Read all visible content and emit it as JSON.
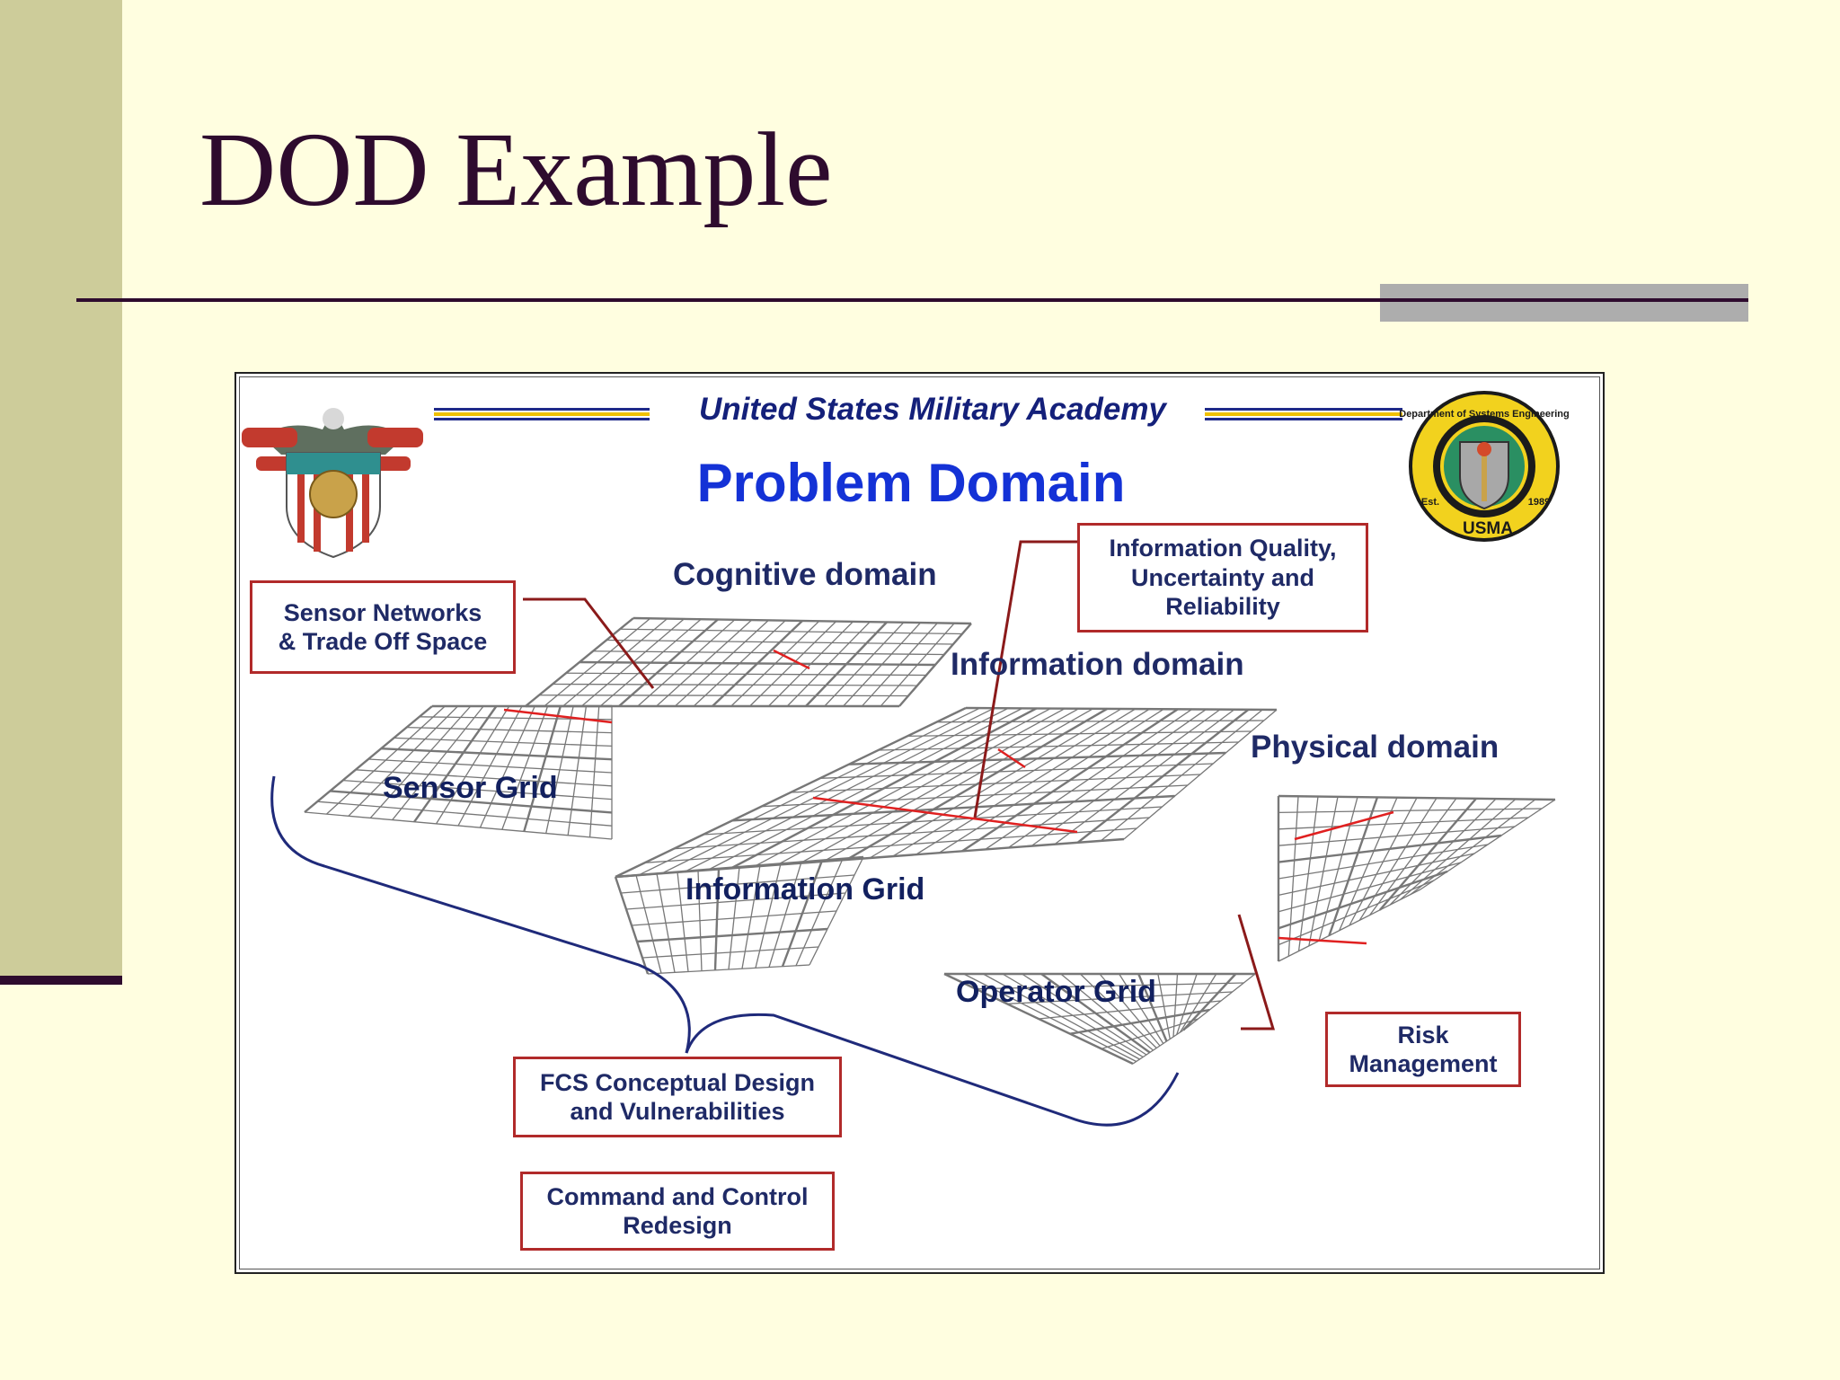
{
  "slide": {
    "title": "DOD Example",
    "colors": {
      "background": "#fffee0",
      "sidebar": "#cdcc9a",
      "accent": "#2e0b2e",
      "rule_gray": "#adadad"
    }
  },
  "diagram": {
    "header": "United States Military Academy",
    "heading": "Problem Domain",
    "domains": {
      "cognitive": "Cognitive domain",
      "information": "Information domain",
      "physical": "Physical domain"
    },
    "grids": {
      "sensor": "Sensor Grid",
      "information": "Information Grid",
      "operator": "Operator Grid"
    },
    "notes": {
      "sensor_networks": [
        "Sensor Networks",
        "& Trade Off Space"
      ],
      "info_quality": [
        "Information Quality,",
        "Uncertainty and",
        "Reliability"
      ],
      "fcs": [
        "FCS Conceptual Design",
        "and Vulnerabilities"
      ],
      "command_control": [
        "Command and Control",
        "Redesign"
      ],
      "risk": [
        "Risk",
        "Management"
      ]
    },
    "logos": {
      "crest": "crest-icon",
      "seal": {
        "ring_top": "Department of Systems Engineering",
        "ring_bottom": "USMA",
        "ring_left": "Est.",
        "ring_right": "1989"
      }
    },
    "colors": {
      "note_border": "#b12a2a",
      "label_text": "#1f2a66",
      "heading_blue": "#1432d6",
      "grid_line": "#777777",
      "grid_highlight": "#e02020"
    }
  }
}
